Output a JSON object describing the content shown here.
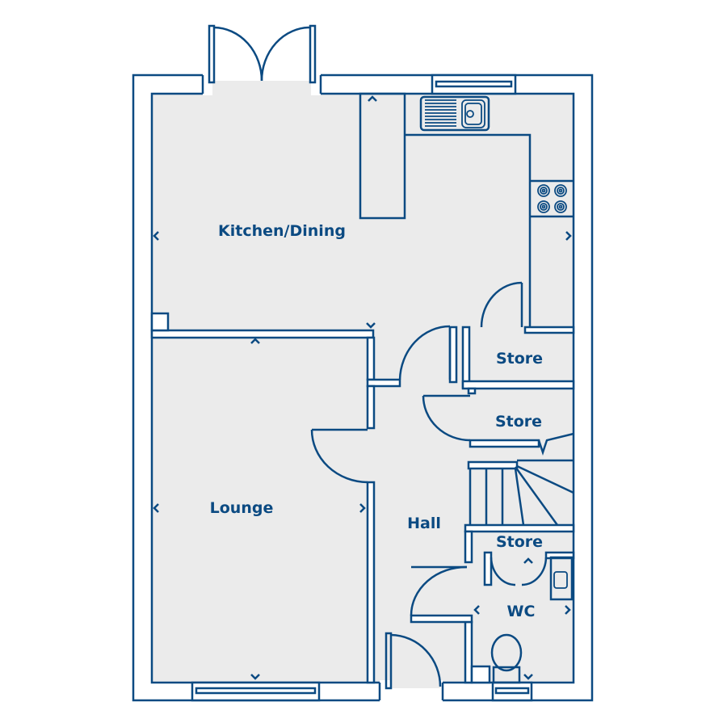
{
  "rooms": {
    "kitchen": "Kitchen/Dining",
    "lounge": "Lounge",
    "hall": "Hall",
    "store1": "Store",
    "store2": "Store",
    "store3": "Store",
    "wc": "WC"
  },
  "colors": {
    "line": "#0b4a82",
    "floor": "#ebebeb",
    "wall": "#ffffff"
  }
}
